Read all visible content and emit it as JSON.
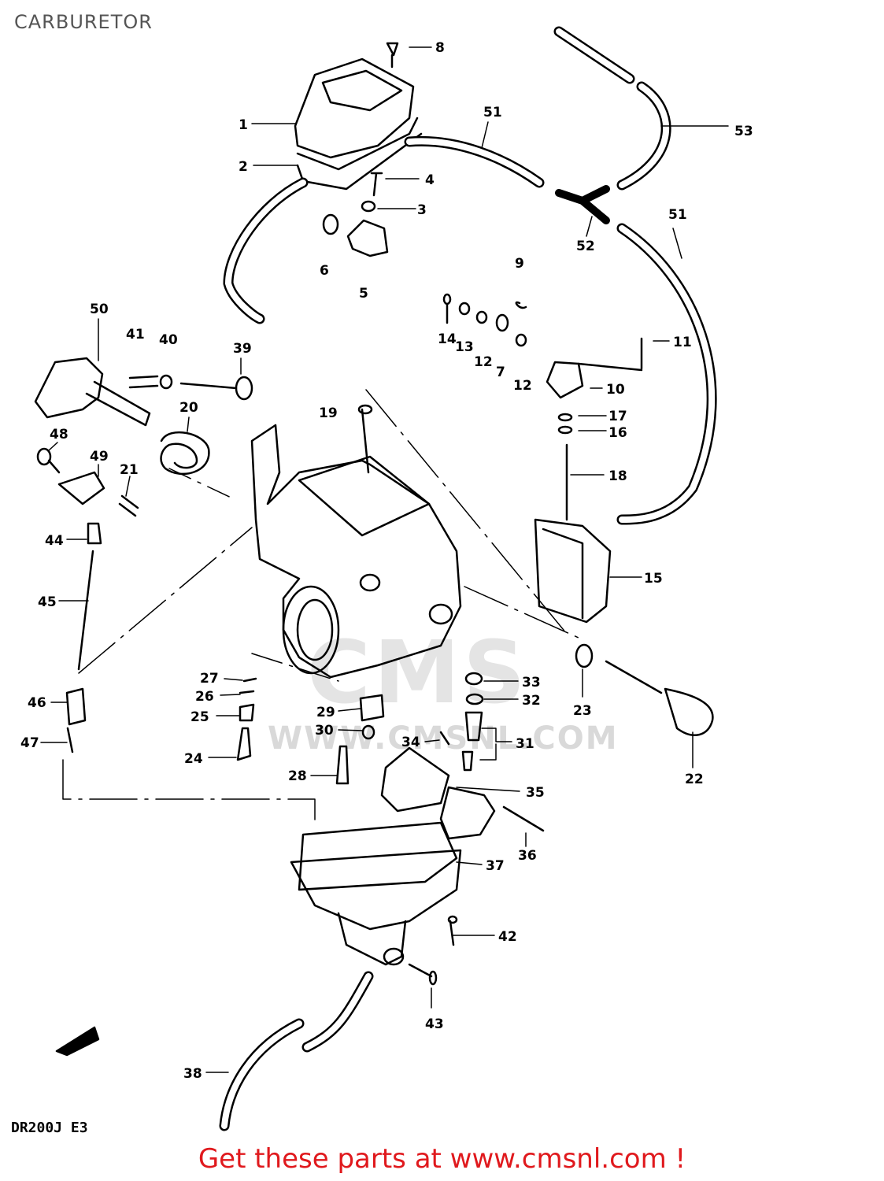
{
  "title": "CARBURETOR",
  "model_code": "DR200J E3",
  "footer_text": "Get these parts at www.cmsnl.com !",
  "watermark": {
    "url": "WWW.CMSNL.COM",
    "logo": "CMS"
  },
  "colors": {
    "footer": "#e0191d",
    "lines": "#000000",
    "watermark": "#d9d9d9"
  },
  "callouts": [
    "1",
    "2",
    "3",
    "4",
    "5",
    "6",
    "7",
    "8",
    "9",
    "10",
    "11",
    "12",
    "12",
    "13",
    "14",
    "15",
    "16",
    "17",
    "18",
    "19",
    "20",
    "21",
    "22",
    "23",
    "24",
    "25",
    "26",
    "27",
    "28",
    "29",
    "30",
    "31",
    "32",
    "33",
    "34",
    "35",
    "36",
    "37",
    "38",
    "39",
    "40",
    "41",
    "42",
    "43",
    "44",
    "45",
    "46",
    "47",
    "48",
    "49",
    "50",
    "51",
    "51",
    "52",
    "53"
  ]
}
